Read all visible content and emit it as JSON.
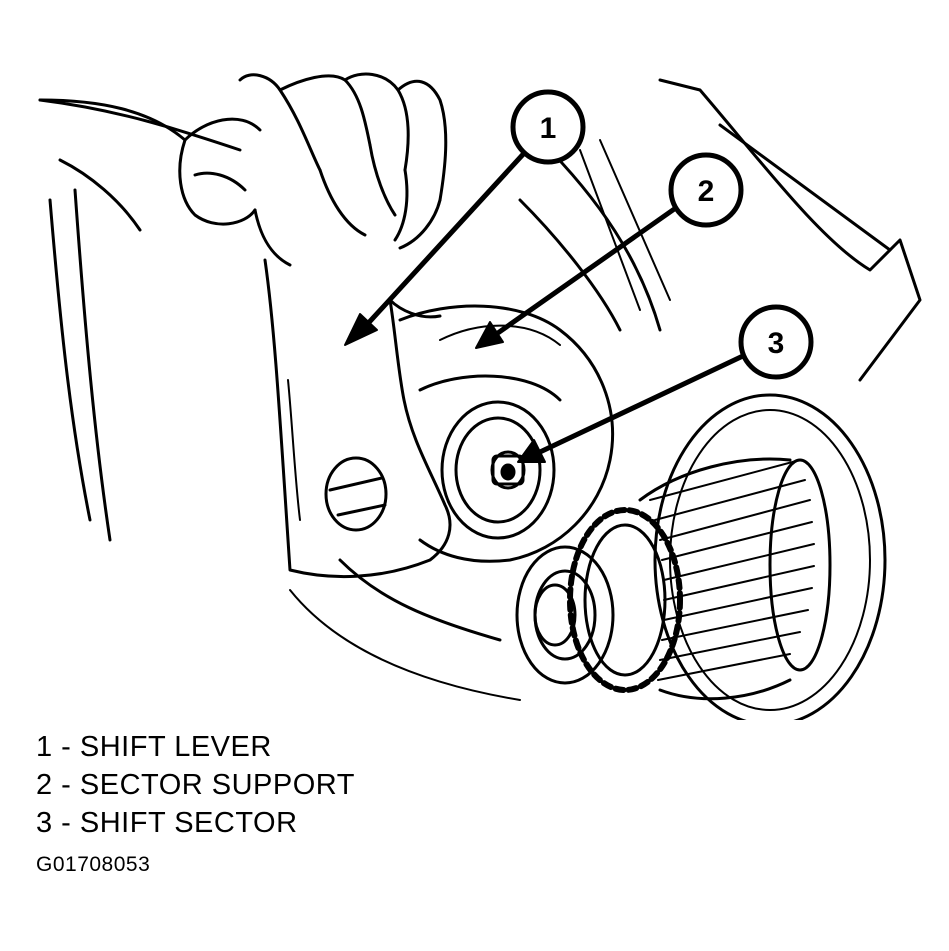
{
  "callouts": [
    {
      "number": "1"
    },
    {
      "number": "2"
    },
    {
      "number": "3"
    }
  ],
  "legend": [
    {
      "text": "1 - SHIFT LEVER"
    },
    {
      "text": "2 - SECTOR SUPPORT"
    },
    {
      "text": "3 - SHIFT SECTOR"
    }
  ],
  "figure_id": "G01708053",
  "colors": {
    "ink": "#000000",
    "paper": "#ffffff"
  }
}
